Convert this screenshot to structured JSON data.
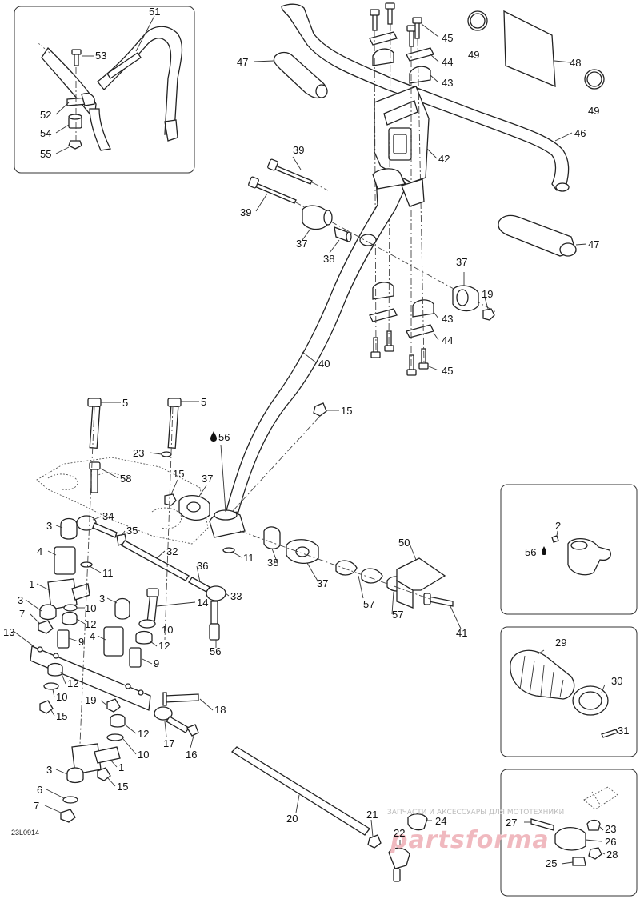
{
  "diagram": {
    "reference_code": "23L0914",
    "watermark_top": "ЗАПЧАСТИ И АКСЕССУАРЫ ДЛЯ МОТОТЕХНИКИ",
    "watermark_logo": "partsforma",
    "oil_symbol": "oil-drop-icon",
    "callouts": [
      {
        "id": "c51",
        "text": "51"
      },
      {
        "id": "c53",
        "text": "53"
      },
      {
        "id": "c52",
        "text": "52"
      },
      {
        "id": "c54",
        "text": "54"
      },
      {
        "id": "c55",
        "text": "55"
      },
      {
        "id": "c47a",
        "text": "47"
      },
      {
        "id": "c45a",
        "text": "45"
      },
      {
        "id": "c44a",
        "text": "44"
      },
      {
        "id": "c43a",
        "text": "43"
      },
      {
        "id": "c49a",
        "text": "49"
      },
      {
        "id": "c48",
        "text": "48"
      },
      {
        "id": "c49b",
        "text": "49"
      },
      {
        "id": "c42",
        "text": "42"
      },
      {
        "id": "c46",
        "text": "46"
      },
      {
        "id": "c39a",
        "text": "39"
      },
      {
        "id": "c39b",
        "text": "39"
      },
      {
        "id": "c47b",
        "text": "47"
      },
      {
        "id": "c37a",
        "text": "37"
      },
      {
        "id": "c38a",
        "text": "38"
      },
      {
        "id": "c37b",
        "text": "37"
      },
      {
        "id": "c19a",
        "text": "19"
      },
      {
        "id": "c43b",
        "text": "43"
      },
      {
        "id": "c44b",
        "text": "44"
      },
      {
        "id": "c45b",
        "text": "45"
      },
      {
        "id": "c40",
        "text": "40"
      },
      {
        "id": "c5a",
        "text": "5"
      },
      {
        "id": "c5b",
        "text": "5"
      },
      {
        "id": "c15a",
        "text": "15"
      },
      {
        "id": "c56a",
        "text": "56"
      },
      {
        "id": "c23a",
        "text": "23"
      },
      {
        "id": "c58",
        "text": "58"
      },
      {
        "id": "c15b",
        "text": "15"
      },
      {
        "id": "c37c",
        "text": "37"
      },
      {
        "id": "c3a",
        "text": "3"
      },
      {
        "id": "c34",
        "text": "34"
      },
      {
        "id": "c35",
        "text": "35"
      },
      {
        "id": "c4a",
        "text": "4"
      },
      {
        "id": "c32",
        "text": "32"
      },
      {
        "id": "c11a",
        "text": "11"
      },
      {
        "id": "c11b",
        "text": "11"
      },
      {
        "id": "c38b",
        "text": "38"
      },
      {
        "id": "c50",
        "text": "50"
      },
      {
        "id": "c1a",
        "text": "1"
      },
      {
        "id": "c36",
        "text": "36"
      },
      {
        "id": "c37d",
        "text": "37"
      },
      {
        "id": "c3b",
        "text": "3"
      },
      {
        "id": "c3c",
        "text": "3"
      },
      {
        "id": "c10a",
        "text": "10"
      },
      {
        "id": "c14",
        "text": "14"
      },
      {
        "id": "c33",
        "text": "33"
      },
      {
        "id": "c57a",
        "text": "57"
      },
      {
        "id": "c57b",
        "text": "57"
      },
      {
        "id": "c7a",
        "text": "7"
      },
      {
        "id": "c12a",
        "text": "12"
      },
      {
        "id": "c10b",
        "text": "10"
      },
      {
        "id": "c9a",
        "text": "9"
      },
      {
        "id": "c4b",
        "text": "4"
      },
      {
        "id": "c12b",
        "text": "12"
      },
      {
        "id": "c13",
        "text": "13"
      },
      {
        "id": "c41",
        "text": "41"
      },
      {
        "id": "c56b",
        "text": "56"
      },
      {
        "id": "c9b",
        "text": "9"
      },
      {
        "id": "c12c",
        "text": "12"
      },
      {
        "id": "c10c",
        "text": "10"
      },
      {
        "id": "c15c",
        "text": "15"
      },
      {
        "id": "c19b",
        "text": "19"
      },
      {
        "id": "c18",
        "text": "18"
      },
      {
        "id": "c12d",
        "text": "12"
      },
      {
        "id": "c10d",
        "text": "10"
      },
      {
        "id": "c17",
        "text": "17"
      },
      {
        "id": "c16",
        "text": "16"
      },
      {
        "id": "c1b",
        "text": "1"
      },
      {
        "id": "c3d",
        "text": "3"
      },
      {
        "id": "c15d",
        "text": "15"
      },
      {
        "id": "c6",
        "text": "6"
      },
      {
        "id": "c7b",
        "text": "7"
      },
      {
        "id": "c20",
        "text": "20"
      },
      {
        "id": "c21",
        "text": "21"
      },
      {
        "id": "c24",
        "text": "24"
      },
      {
        "id": "c22",
        "text": "22"
      },
      {
        "id": "c2",
        "text": "2"
      },
      {
        "id": "c56c",
        "text": "56"
      },
      {
        "id": "c29",
        "text": "29"
      },
      {
        "id": "c30",
        "text": "30"
      },
      {
        "id": "c31",
        "text": "31"
      },
      {
        "id": "c27",
        "text": "27"
      },
      {
        "id": "c23b",
        "text": "23"
      },
      {
        "id": "c26",
        "text": "26"
      },
      {
        "id": "c25",
        "text": "25"
      },
      {
        "id": "c28",
        "text": "28"
      }
    ]
  }
}
